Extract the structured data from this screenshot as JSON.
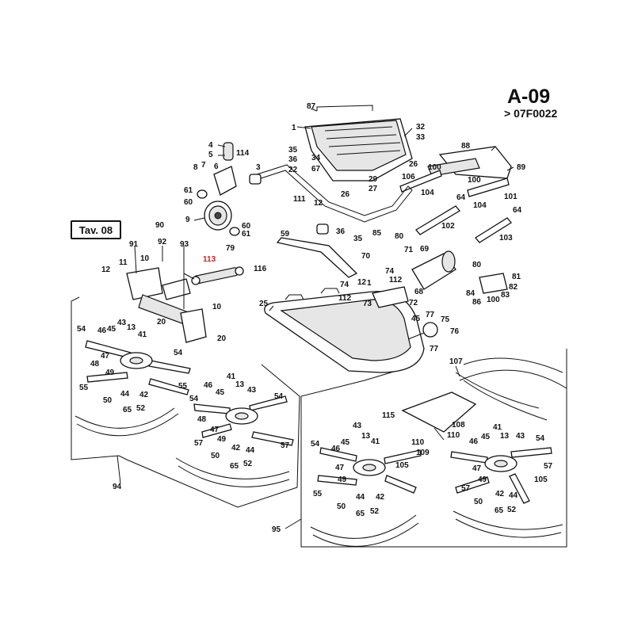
{
  "header": {
    "code": "A-09",
    "serial": "> 07F0022"
  },
  "reference_box": "Tav. 08",
  "highlight_color": "#d42020",
  "labels": [
    {
      "id": "87",
      "text": "87"
    },
    {
      "id": "1",
      "text": "1"
    },
    {
      "id": "32",
      "text": "32"
    },
    {
      "id": "33",
      "text": "33"
    },
    {
      "id": "35a",
      "text": "35"
    },
    {
      "id": "36a",
      "text": "36"
    },
    {
      "id": "34",
      "text": "34"
    },
    {
      "id": "22",
      "text": "22"
    },
    {
      "id": "67",
      "text": "67"
    },
    {
      "id": "29",
      "text": "29"
    },
    {
      "id": "27",
      "text": "27"
    },
    {
      "id": "26a",
      "text": "26"
    },
    {
      "id": "100a",
      "text": "100"
    },
    {
      "id": "88",
      "text": "88"
    },
    {
      "id": "89",
      "text": "89"
    },
    {
      "id": "106",
      "text": "106"
    },
    {
      "id": "104a",
      "text": "104"
    },
    {
      "id": "4",
      "text": "4"
    },
    {
      "id": "5",
      "text": "5"
    },
    {
      "id": "114",
      "text": "114"
    },
    {
      "id": "8",
      "text": "8"
    },
    {
      "id": "7",
      "text": "7"
    },
    {
      "id": "6",
      "text": "6"
    },
    {
      "id": "3",
      "text": "3"
    },
    {
      "id": "61a",
      "text": "61"
    },
    {
      "id": "60a",
      "text": "60"
    },
    {
      "id": "9",
      "text": "9"
    },
    {
      "id": "60b",
      "text": "60"
    },
    {
      "id": "61b",
      "text": "61"
    },
    {
      "id": "111",
      "text": "111"
    },
    {
      "id": "12a",
      "text": "12"
    },
    {
      "id": "26b",
      "text": "26"
    },
    {
      "id": "36b",
      "text": "36"
    },
    {
      "id": "35b",
      "text": "35"
    },
    {
      "id": "64a",
      "text": "64"
    },
    {
      "id": "102",
      "text": "102"
    },
    {
      "id": "100b",
      "text": "100"
    },
    {
      "id": "104b",
      "text": "104"
    },
    {
      "id": "101",
      "text": "101"
    },
    {
      "id": "64b",
      "text": "64"
    },
    {
      "id": "103",
      "text": "103"
    },
    {
      "id": "90",
      "text": "90"
    },
    {
      "id": "91",
      "text": "91"
    },
    {
      "id": "92",
      "text": "92"
    },
    {
      "id": "93",
      "text": "93"
    },
    {
      "id": "11",
      "text": "11"
    },
    {
      "id": "10a",
      "text": "10"
    },
    {
      "id": "12b",
      "text": "12"
    },
    {
      "id": "113",
      "text": "113"
    },
    {
      "id": "79",
      "text": "79"
    },
    {
      "id": "116",
      "text": "116"
    },
    {
      "id": "59",
      "text": "59"
    },
    {
      "id": "85",
      "text": "85"
    },
    {
      "id": "80a",
      "text": "80"
    },
    {
      "id": "70",
      "text": "70"
    },
    {
      "id": "71",
      "text": "71"
    },
    {
      "id": "69",
      "text": "69"
    },
    {
      "id": "74a",
      "text": "74"
    },
    {
      "id": "12c",
      "text": "12"
    },
    {
      "id": "112a",
      "text": "112"
    },
    {
      "id": "74b",
      "text": "74"
    },
    {
      "id": "1b",
      "text": "1"
    },
    {
      "id": "112b",
      "text": "112"
    },
    {
      "id": "68",
      "text": "68"
    },
    {
      "id": "73",
      "text": "73"
    },
    {
      "id": "72",
      "text": "72"
    },
    {
      "id": "80b",
      "text": "80"
    },
    {
      "id": "81",
      "text": "81"
    },
    {
      "id": "84",
      "text": "84"
    },
    {
      "id": "82",
      "text": "82"
    },
    {
      "id": "83",
      "text": "83"
    },
    {
      "id": "86",
      "text": "86"
    },
    {
      "id": "100c",
      "text": "100"
    },
    {
      "id": "25",
      "text": "25"
    },
    {
      "id": "45a",
      "text": "45"
    },
    {
      "id": "77a",
      "text": "77"
    },
    {
      "id": "75",
      "text": "75"
    },
    {
      "id": "76",
      "text": "76"
    },
    {
      "id": "77b",
      "text": "77"
    },
    {
      "id": "10b",
      "text": "10"
    },
    {
      "id": "20a",
      "text": "20"
    },
    {
      "id": "20b",
      "text": "20"
    },
    {
      "id": "54a",
      "text": "54"
    },
    {
      "id": "46a",
      "text": "46"
    },
    {
      "id": "43a",
      "text": "43"
    },
    {
      "id": "45b",
      "text": "45"
    },
    {
      "id": "13a",
      "text": "13"
    },
    {
      "id": "41a",
      "text": "41"
    },
    {
      "id": "47a",
      "text": "47"
    },
    {
      "id": "48a",
      "text": "48"
    },
    {
      "id": "49a",
      "text": "49"
    },
    {
      "id": "55a",
      "text": "55"
    },
    {
      "id": "50a",
      "text": "50"
    },
    {
      "id": "44a",
      "text": "44"
    },
    {
      "id": "42a",
      "text": "42"
    },
    {
      "id": "65a",
      "text": "65"
    },
    {
      "id": "52a",
      "text": "52"
    },
    {
      "id": "54b",
      "text": "54"
    },
    {
      "id": "55b",
      "text": "55"
    },
    {
      "id": "46b",
      "text": "46"
    },
    {
      "id": "41b",
      "text": "41"
    },
    {
      "id": "13b",
      "text": "13"
    },
    {
      "id": "43b",
      "text": "43"
    },
    {
      "id": "45c",
      "text": "45"
    },
    {
      "id": "54c",
      "text": "54"
    },
    {
      "id": "54d",
      "text": "54"
    },
    {
      "id": "48b",
      "text": "48"
    },
    {
      "id": "47b",
      "text": "47"
    },
    {
      "id": "49b",
      "text": "49"
    },
    {
      "id": "57a",
      "text": "57"
    },
    {
      "id": "50b",
      "text": "50"
    },
    {
      "id": "42b",
      "text": "42"
    },
    {
      "id": "44b",
      "text": "44"
    },
    {
      "id": "65b",
      "text": "65"
    },
    {
      "id": "52b",
      "text": "52"
    },
    {
      "id": "57b",
      "text": "57"
    },
    {
      "id": "94",
      "text": "94"
    },
    {
      "id": "107",
      "text": "107"
    },
    {
      "id": "115",
      "text": "115"
    },
    {
      "id": "108",
      "text": "108"
    },
    {
      "id": "110a",
      "text": "110"
    },
    {
      "id": "110b",
      "text": "110"
    },
    {
      "id": "109",
      "text": "109"
    },
    {
      "id": "43c",
      "text": "43"
    },
    {
      "id": "54e",
      "text": "54"
    },
    {
      "id": "45d",
      "text": "45"
    },
    {
      "id": "13c",
      "text": "13"
    },
    {
      "id": "41c",
      "text": "41"
    },
    {
      "id": "46c",
      "text": "46"
    },
    {
      "id": "47c",
      "text": "47"
    },
    {
      "id": "49c",
      "text": "49"
    },
    {
      "id": "55c",
      "text": "55"
    },
    {
      "id": "50c",
      "text": "50"
    },
    {
      "id": "44c",
      "text": "44"
    },
    {
      "id": "42c",
      "text": "42"
    },
    {
      "id": "65c",
      "text": "65"
    },
    {
      "id": "52c",
      "text": "52"
    },
    {
      "id": "105a",
      "text": "105"
    },
    {
      "id": "95",
      "text": "95"
    },
    {
      "id": "45e",
      "text": "45"
    },
    {
      "id": "46d",
      "text": "46"
    },
    {
      "id": "41d",
      "text": "41"
    },
    {
      "id": "13d",
      "text": "13"
    },
    {
      "id": "43d",
      "text": "43"
    },
    {
      "id": "54f",
      "text": "54"
    },
    {
      "id": "57c",
      "text": "57"
    },
    {
      "id": "47d",
      "text": "47"
    },
    {
      "id": "49d",
      "text": "49"
    },
    {
      "id": "105b",
      "text": "105"
    },
    {
      "id": "57d",
      "text": "57"
    },
    {
      "id": "50d",
      "text": "50"
    },
    {
      "id": "42d",
      "text": "42"
    },
    {
      "id": "44d",
      "text": "44"
    },
    {
      "id": "65d",
      "text": "65"
    },
    {
      "id": "52d",
      "text": "52"
    }
  ]
}
